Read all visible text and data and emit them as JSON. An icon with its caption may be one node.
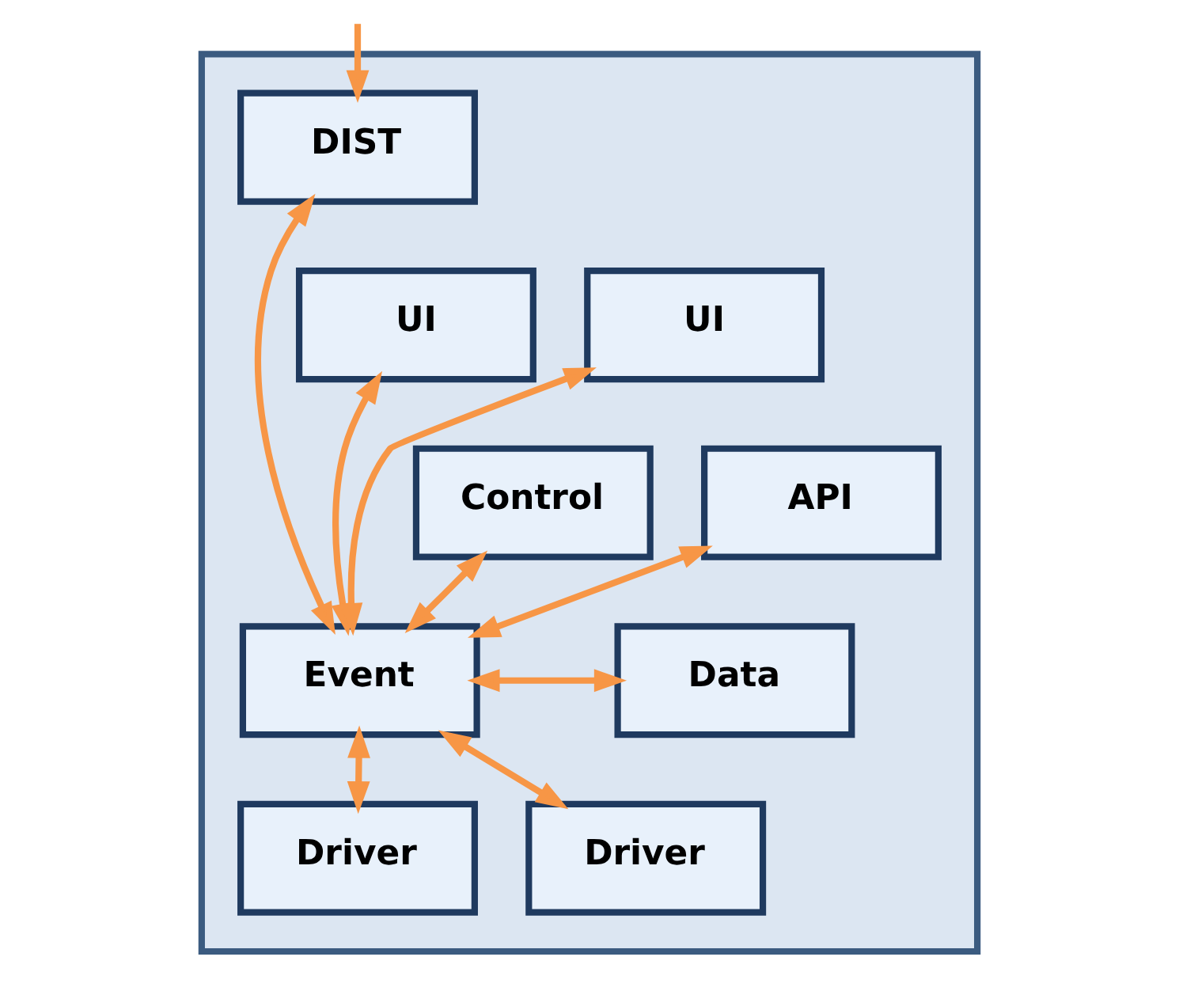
{
  "diagram": {
    "nodes": [
      {
        "text": [],
        "shape": "box"
      },
      {
        "text": [
          "DIST"
        ],
        "in": 0
      },
      {
        "text": [
          "UI"
        ],
        "in": 0
      },
      {
        "text": [
          "UI"
        ],
        "in": 0
      },
      {
        "text": [
          "Control"
        ],
        "in": 0
      },
      {
        "text": [
          "API"
        ],
        "in": 0
      },
      {
        "text": [
          "Data"
        ],
        "in": 0
      },
      {
        "text": [
          "Event"
        ],
        "in": 0
      },
      {
        "text": [
          "Driver"
        ],
        "in": 0
      },
      {
        "text": [
          "Driver"
        ],
        "in": 0
      }
    ],
    "edges": [
      {
        "from": null,
        "to": 1,
        "arrow": "to"
      },
      {
        "from": 7,
        "to": 1,
        "arrow": "both"
      },
      {
        "from": 7,
        "to": 2,
        "arrow": "both"
      },
      {
        "from": 7,
        "to": 3,
        "arrow": "both"
      },
      {
        "from": 7,
        "to": 4,
        "arrow": "both"
      },
      {
        "from": 7,
        "to": 5,
        "arrow": "both"
      },
      {
        "from": 6,
        "to": 7,
        "arrow": "both"
      },
      {
        "from": 7,
        "to": 8,
        "arrow": "both"
      },
      {
        "from": 7,
        "to": 9,
        "arrow": "both"
      }
    ]
  }
}
